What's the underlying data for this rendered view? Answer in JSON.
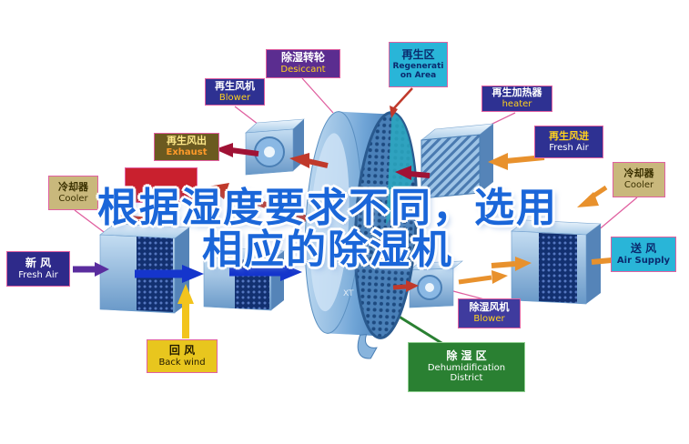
{
  "title": {
    "line1": "根据湿度要求不同，选用",
    "line2": "相应的除湿机"
  },
  "watermark": "XT",
  "labels": {
    "regen_blower": {
      "zh": "再生风机",
      "en": "Blower"
    },
    "desiccant_wheel": {
      "zh": "除湿转轮",
      "en": "Desiccant"
    },
    "regen_area": {
      "zh": "再生区",
      "en1": "Regenerati",
      "en2": "on Area"
    },
    "regen_heater": {
      "zh": "再生加热器",
      "en": "heater"
    },
    "exhaust": {
      "zh": "再生风出",
      "en": "Exhaust"
    },
    "cooler_left": {
      "zh": "冷却器",
      "en": "Cooler"
    },
    "fresh_air_left": {
      "zh": "新  风",
      "en": "Fresh Air"
    },
    "back_wind": {
      "zh": "回  风",
      "en": "Back wind"
    },
    "regen_fresh_air": {
      "zh": "再生风进",
      "en": "Fresh Air"
    },
    "cooler_right": {
      "zh": "冷却器",
      "en": "Cooler"
    },
    "air_supply": {
      "zh": "送  风",
      "en": "Air Supply"
    },
    "dehum_blower": {
      "zh": "除湿风机",
      "en": "Blower"
    },
    "dehum_district": {
      "zh": "除 湿 区",
      "en1": "Dehumidification",
      "en2": "District"
    }
  },
  "colors": {
    "title_blue": "#1a66d9",
    "label_purple": "#2e3192",
    "label_violet": "#5b2d90",
    "label_cyan": "#29b5d8",
    "label_green": "#2a8032",
    "label_yellow": "#e8c61e",
    "label_red": "#c9202e",
    "label_tan": "#c9b87c",
    "label_olive": "#6b5a20",
    "arrow_red": "#c0392b",
    "arrow_dark_red": "#a01235",
    "arrow_orange": "#e8912d",
    "arrow_yellow": "#f2c41d",
    "arrow_blue": "#1535cc",
    "arrow_purple": "#5a2d9e",
    "machine_blue": "#6fa4d6",
    "connector_pink": "#e060a0"
  }
}
